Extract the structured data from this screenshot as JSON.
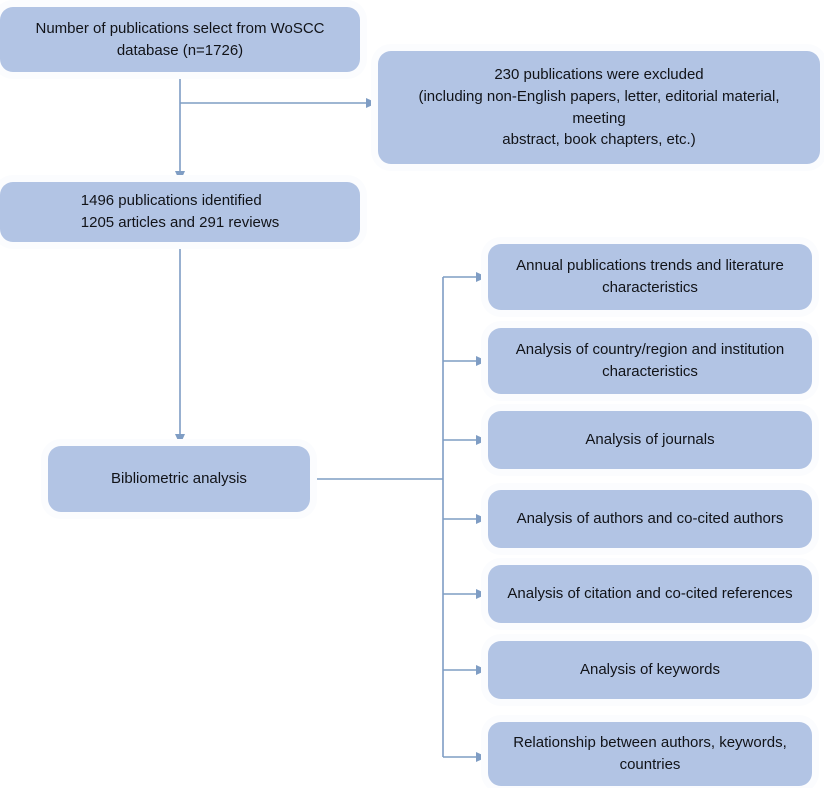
{
  "diagram": {
    "type": "flowchart",
    "title": "Bibliometric analysis study selection flowchart",
    "colors": {
      "node_fill": "#b2c4e4",
      "connector": "#7f9dc4",
      "text": "#111318",
      "background": "#ffffff"
    },
    "nodes": {
      "source": {
        "id": "source-database",
        "label": "Number of publications select from WoSCC\ndatabase (n=1726)",
        "count": 1726,
        "database": "WoSCC"
      },
      "excluded": {
        "id": "excluded-publications",
        "label": "230   publications were excluded\n(including non-English papers, letter, editorial material, meeting\nabstract, book chapters, etc.)",
        "count": 230
      },
      "identified": {
        "id": "publications-identified",
        "label": "1496 publications identified\n1205 articles and 291 reviews",
        "total": 1496,
        "articles": 1205,
        "reviews": 291
      },
      "analysis": {
        "id": "bibliometric-analysis",
        "label": "Bibliometric analysis"
      }
    },
    "analysis_branches": [
      {
        "id": "annual-publications-trends",
        "label": "Annual publications trends and literature\ncharacteristics"
      },
      {
        "id": "country-region-institution",
        "label": "Analysis of country/region and institution\ncharacteristics"
      },
      {
        "id": "journals",
        "label": "Analysis of journals"
      },
      {
        "id": "authors-co-cited-authors",
        "label": "Analysis of authors and co-cited authors"
      },
      {
        "id": "citation-co-cited-references",
        "label": "Analysis of citation and co-cited references"
      },
      {
        "id": "keywords",
        "label": "Analysis of keywords"
      },
      {
        "id": "authors-keywords-countries",
        "label": "Relationship between authors, keywords,\ncountries"
      }
    ]
  }
}
